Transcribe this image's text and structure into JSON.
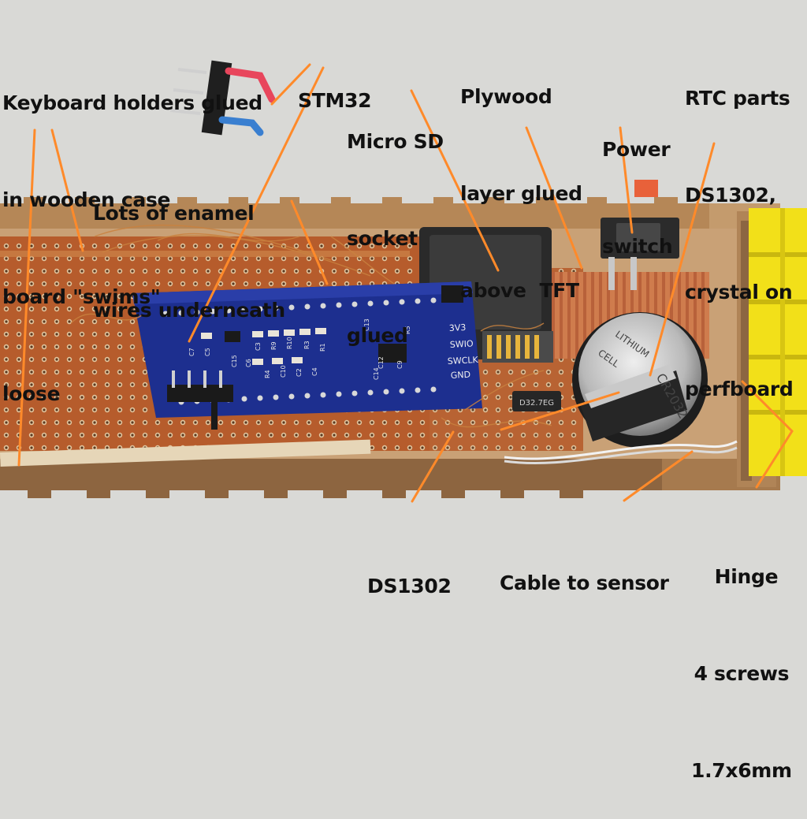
{
  "annotations": {
    "keyboard_holders": [
      "Keyboard holders glued",
      "in wooden case",
      "board \"swims\"",
      "loose"
    ],
    "stm32": [
      "STM32"
    ],
    "micro_sd": [
      "Micro SD",
      "socket",
      "glued"
    ],
    "plywood": [
      "Plywood",
      "layer glued",
      "above  TFT"
    ],
    "power_switch": [
      "Power",
      "switch"
    ],
    "rtc_parts": [
      "RTC parts",
      "DS1302,",
      "crystal on",
      "perfboard"
    ],
    "enamel_wires": [
      "Lots of enamel",
      "wires underneath"
    ],
    "ds1302": [
      "DS1302"
    ],
    "cable_sensor": [
      "Cable to sensor"
    ],
    "hinge": [
      "Hinge",
      "4 screws",
      "1.7x6mm"
    ]
  },
  "board_silkscreen": {
    "pins": [
      "3V3",
      "SWIO",
      "SWCLK",
      "GND"
    ],
    "parts": [
      "C7",
      "C5",
      "C3",
      "R9",
      "R10",
      "R3",
      "R4",
      "C10",
      "C2",
      "C4",
      "C15",
      "C6",
      "R1",
      "R5",
      "C13",
      "C12",
      "C9",
      "C14"
    ]
  },
  "battery_marking": [
    "LITHIUM",
    "CELL",
    "CR2032"
  ],
  "crystal_marking": "D32.7EG",
  "colors": {
    "annotation_line": "#ff8a2a",
    "annotation_text": "#111111",
    "background": "#d9d9d6",
    "wood": "#b88a5c",
    "perfboard": "#b45a2a",
    "pcb_blue": "#1d2f8f",
    "hinge_yellow": "#f2e019"
  }
}
